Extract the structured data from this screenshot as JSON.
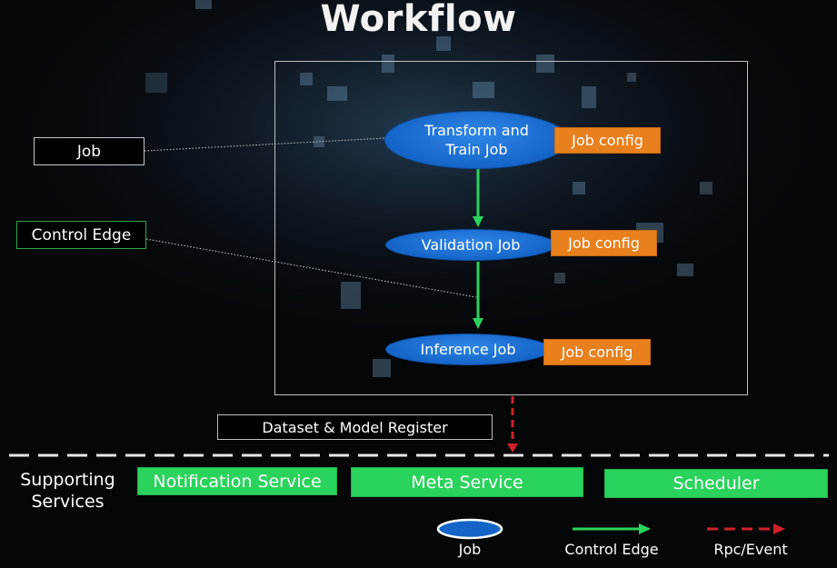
{
  "title": "Workflow",
  "jobs": [
    {
      "label": "Transform and Train Job",
      "config": "Job config"
    },
    {
      "label": "Validation Job",
      "config": "Job config"
    },
    {
      "label": "Inference Job",
      "config": "Job config"
    }
  ],
  "annotations": {
    "job": "Job",
    "control_edge": "Control Edge"
  },
  "register": "Dataset & Model Register",
  "supporting": {
    "label": "Supporting Services",
    "services": [
      "Notification Service",
      "Meta Service",
      "Scheduler"
    ]
  },
  "legend": {
    "job": "Job",
    "control_edge": "Control Edge",
    "rpc_event": "Rpc/Event"
  },
  "colors": {
    "job_fill": "#1565c8",
    "config_fill": "#e8801e",
    "service_fill": "#2ad35c",
    "control_edge": "#2ad35c",
    "rpc_event": "#d0212a"
  }
}
